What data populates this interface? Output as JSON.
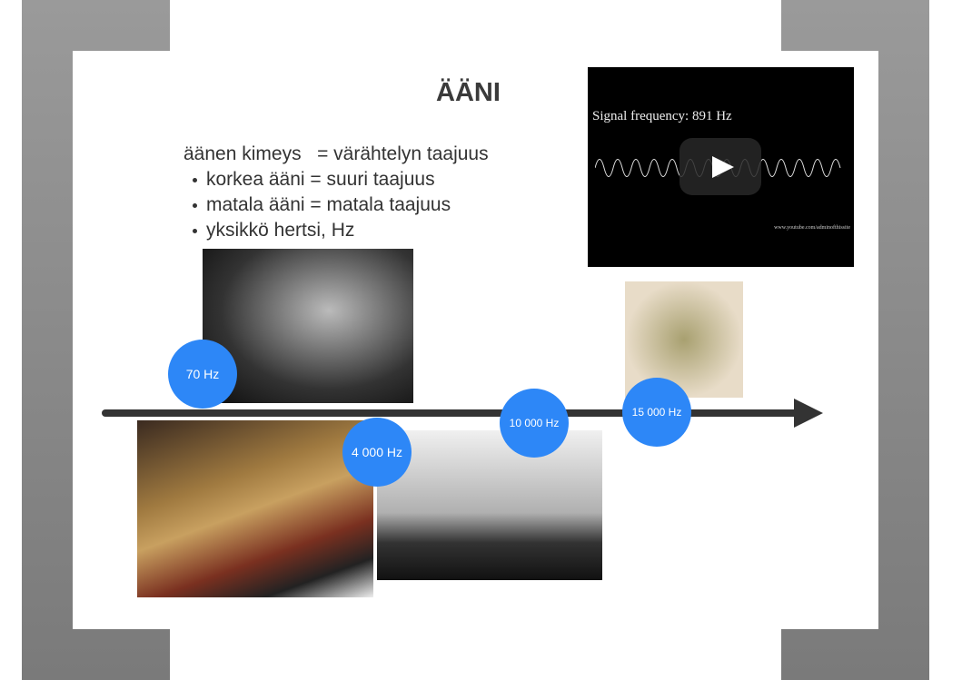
{
  "slide": {
    "title": "ÄÄNI",
    "definition": "äänen kimeys   = värähtelyn taajuus",
    "bullets": [
      "korkea ääni = suuri taajuus",
      "matala ääni = matala taajuus",
      "yksikkö hertsi, Hz"
    ]
  },
  "video": {
    "signal_text": "Signal frequency: 891 Hz",
    "url_text": "www.youtube.com/adminofthissite",
    "icon": "play-icon"
  },
  "timeline": {
    "markers": [
      "70 Hz",
      "4 000 Hz",
      "10 000 Hz",
      "15 000 Hz"
    ]
  },
  "colors": {
    "accent": "#2d87f7",
    "frame": "#8a8a8a"
  }
}
